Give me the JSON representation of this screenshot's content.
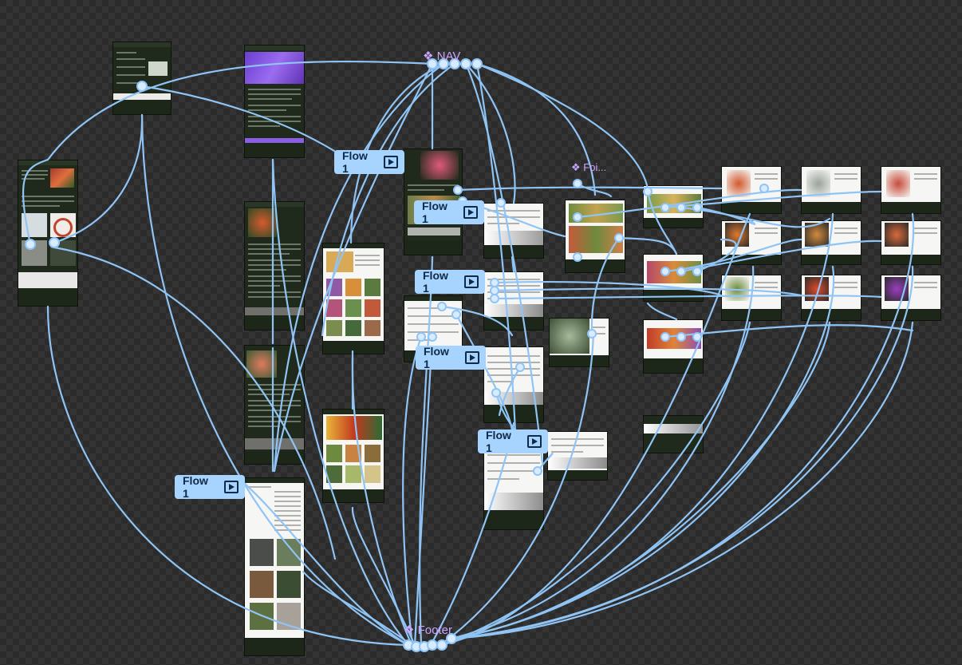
{
  "components": {
    "nav": {
      "icon": "❖",
      "label": "NAV"
    },
    "footer": {
      "icon": "❖",
      "label": "Footer"
    },
    "small": {
      "icon": "❖",
      "label": "Foi..."
    }
  },
  "flows": [
    {
      "label": "Flow 1",
      "icon": "play-icon"
    },
    {
      "label": "Flow 1",
      "icon": "play-icon"
    },
    {
      "label": "Flow 1",
      "icon": "play-icon"
    },
    {
      "label": "Flow 1",
      "icon": "play-icon"
    },
    {
      "label": "Flow 1",
      "icon": "play-icon"
    },
    {
      "label": "Flow 1",
      "icon": "play-icon"
    }
  ],
  "frame_texts": {
    "home_hero": "Water, research, discovery, invention, revolution.",
    "purple_hero": "Your side in a serene friends",
    "plant_hero": "Tasmo to visit all.",
    "revolution": "A revolution in history is here.",
    "lead": "Pull & Beauty"
  },
  "colors": {
    "connector": "#8fc4f5",
    "flow_badge": "#a7d3ff",
    "component_label": "#c9a6ff",
    "frame_dark": "#1f2a1c"
  }
}
